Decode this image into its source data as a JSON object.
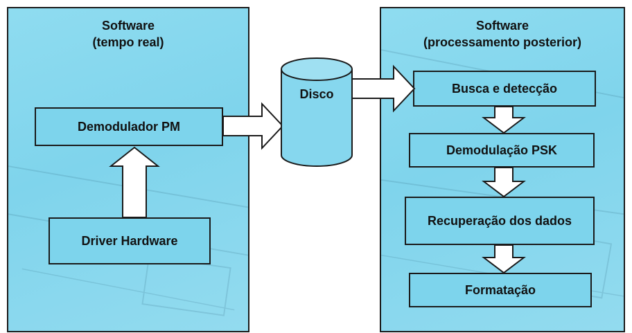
{
  "left_panel": {
    "title_line1": "Software",
    "title_line2": "(tempo real)",
    "boxes": [
      "Demodulador PM",
      "Driver Hardware"
    ]
  },
  "disk": {
    "label": "Disco"
  },
  "right_panel": {
    "title_line1": "Software",
    "title_line2": "(processamento posterior)",
    "boxes": [
      "Busca e detecção",
      "Demodulação PSK",
      "Recuperação dos dados",
      "Formatação"
    ]
  },
  "colors": {
    "panel_fill": "#86d7ee",
    "box_fill": "#7dd4ec",
    "arrow_fill": "#ffffff",
    "outline": "#1a1a1a"
  }
}
